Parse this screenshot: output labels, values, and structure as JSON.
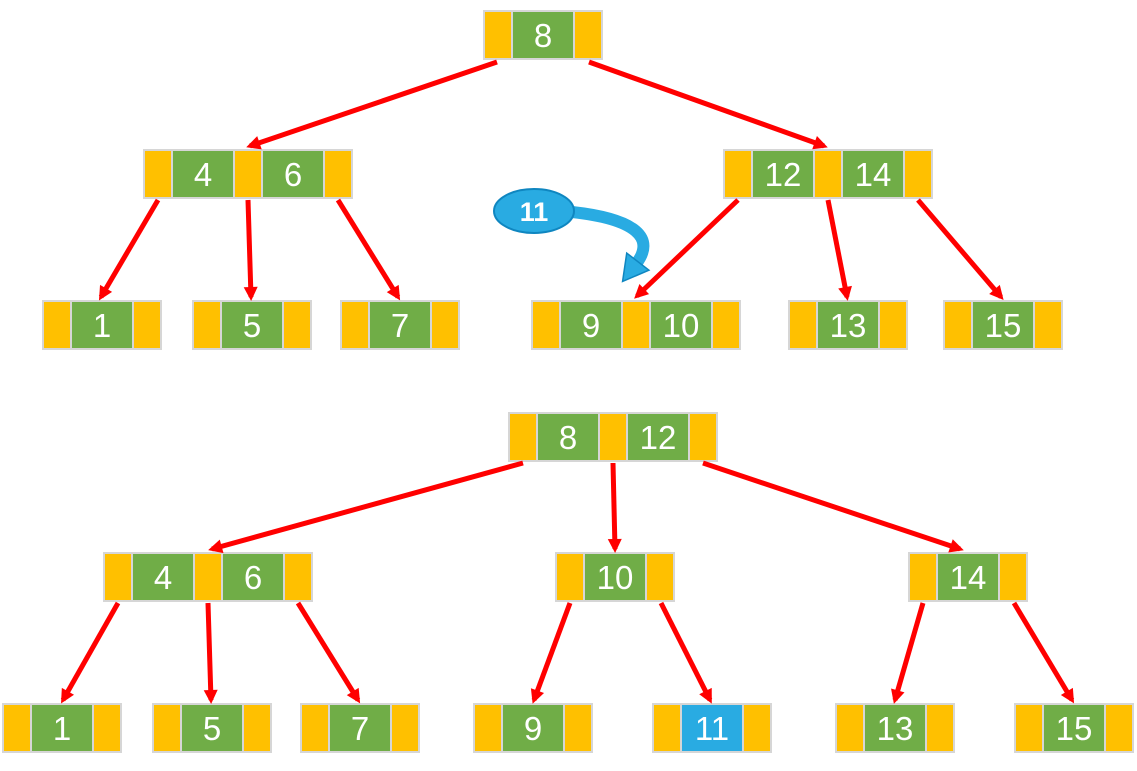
{
  "diagram": "b-tree-insertion",
  "colors": {
    "pointer": "#FFC000",
    "key": "#70AD47",
    "arrow": "#FF0000",
    "highlight": "#29ABE2",
    "highlight_dark": "#0F86C0",
    "node_border": "#D6D6D6",
    "key_text": "#FFFFFF",
    "page_bg": "#FFFFFF"
  },
  "insert": {
    "label": "11"
  },
  "before": {
    "root": {
      "keys": [
        "8"
      ]
    },
    "internal_left": {
      "keys": [
        "4",
        "6"
      ]
    },
    "internal_right": {
      "keys": [
        "12",
        "14"
      ]
    },
    "leaf_1": {
      "keys": [
        "1"
      ]
    },
    "leaf_5": {
      "keys": [
        "5"
      ]
    },
    "leaf_7": {
      "keys": [
        "7"
      ]
    },
    "leaf_9_10": {
      "keys": [
        "9",
        "10"
      ]
    },
    "leaf_13": {
      "keys": [
        "13"
      ]
    },
    "leaf_15": {
      "keys": [
        "15"
      ]
    }
  },
  "after": {
    "root": {
      "keys": [
        "8",
        "12"
      ]
    },
    "internal_left": {
      "keys": [
        "4",
        "6"
      ]
    },
    "internal_mid": {
      "keys": [
        "10"
      ]
    },
    "internal_right": {
      "keys": [
        "14"
      ]
    },
    "leaf_1": {
      "keys": [
        "1"
      ]
    },
    "leaf_5": {
      "keys": [
        "5"
      ]
    },
    "leaf_7": {
      "keys": [
        "7"
      ]
    },
    "leaf_9": {
      "keys": [
        "9"
      ]
    },
    "leaf_11": {
      "keys": [
        "11"
      ],
      "highlighted": true
    },
    "leaf_13": {
      "keys": [
        "13"
      ]
    },
    "leaf_15": {
      "keys": [
        "15"
      ]
    }
  }
}
